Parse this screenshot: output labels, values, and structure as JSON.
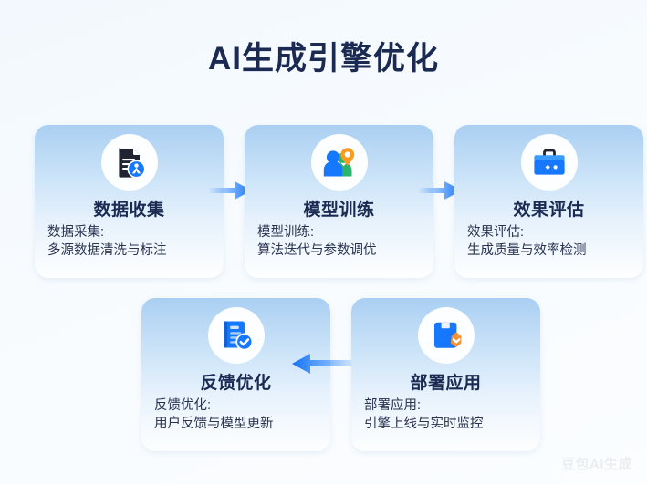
{
  "page": {
    "title": "AI生成引擎优化",
    "background_color": "#f5f9fd",
    "title_color": "#1b2a52",
    "accent_color": "#1677ff",
    "watermark": "豆包AI生成"
  },
  "cards": [
    {
      "title": "数据收集",
      "desc_line1": "数据采集:",
      "desc_line2": "多源数据清洗与标注",
      "icon": "document-person-icon"
    },
    {
      "title": "模型训练",
      "desc_line1": "模型训练:",
      "desc_line2": "算法迭代与参数调优",
      "icon": "people-location-icon"
    },
    {
      "title": "效果评估",
      "desc_line1": "效果评估:",
      "desc_line2": "生成质量与效率检测",
      "icon": "toolbox-icon"
    },
    {
      "title": "反馈优化",
      "desc_line1": "反馈优化:",
      "desc_line2": "用户反馈与模型更新",
      "icon": "document-check-icon"
    },
    {
      "title": "部署应用",
      "desc_line1": "部署应用:",
      "desc_line2": "引擎上线与实时监控",
      "icon": "clipboard-badge-icon"
    }
  ],
  "arrows": [
    {
      "name": "arrow-step1-to-step2",
      "direction": "right"
    },
    {
      "name": "arrow-step2-to-step3",
      "direction": "right"
    },
    {
      "name": "arrow-step5-to-step4",
      "direction": "left"
    }
  ]
}
